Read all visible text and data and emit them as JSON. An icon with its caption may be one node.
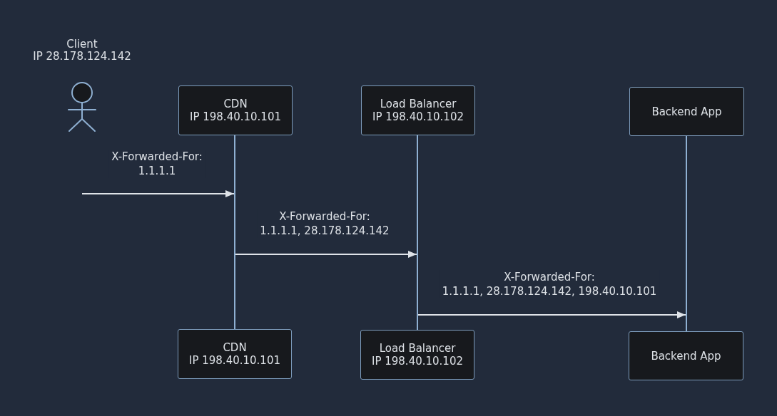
{
  "diagram": {
    "nodes": [
      {
        "text": [
          "Client",
          "IP 28.178.124.142"
        ]
      },
      {
        "text": [
          "CDN",
          "IP 198.40.10.101"
        ]
      },
      {
        "text": [
          "Load Balancer",
          "IP 198.40.10.102"
        ]
      },
      {
        "text": [
          "Backend App"
        ]
      },
      {
        "text": [],
        "shape": "line"
      },
      {
        "text": [],
        "shape": "line"
      },
      {
        "text": [],
        "shape": "line"
      },
      {
        "text": [
          "CDN",
          "IP 198.40.10.101"
        ]
      },
      {
        "text": [
          "Load Balancer",
          "IP 198.40.10.102"
        ]
      },
      {
        "text": [
          "Backend App"
        ]
      }
    ],
    "edges": [
      {
        "from": null,
        "to": 4,
        "arrow": "to",
        "label": "X-Forwarded-For: 1.1.1.1"
      },
      {
        "from": 4,
        "to": 5,
        "arrow": "to",
        "label": "X-Forwarded-For: 1.1.1.1, 28.178.124.142"
      },
      {
        "from": 5,
        "to": 6,
        "arrow": "to",
        "label": "X-Forwarded-For: 1.1.1.1, 28.178.124.142, 198.40.10.101"
      }
    ]
  }
}
